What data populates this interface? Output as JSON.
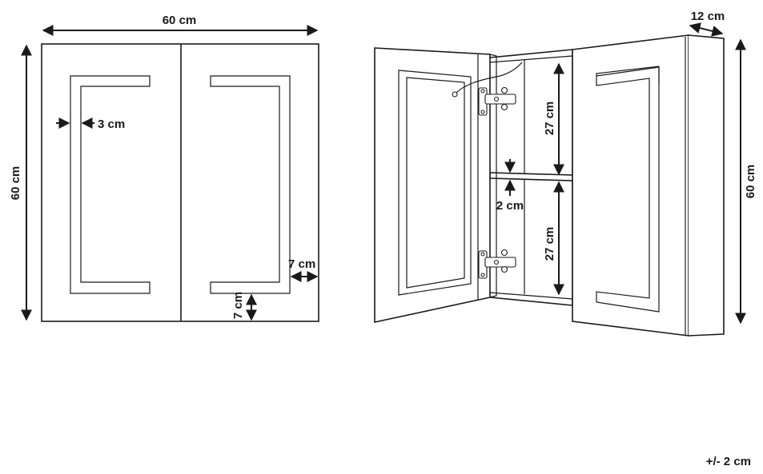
{
  "front_view": {
    "width_label": "60 cm",
    "height_label": "60 cm",
    "frame_width_label": "3 cm",
    "side_margin_label": "7 cm",
    "bottom_margin_label": "7 cm"
  },
  "open_view": {
    "depth_label": "12 cm",
    "height_label": "60 cm",
    "upper_compartment_label": "27 cm",
    "shelf_thickness_label": "2 cm",
    "lower_compartment_label": "27 cm"
  },
  "tolerance_label": "+/- 2 cm"
}
